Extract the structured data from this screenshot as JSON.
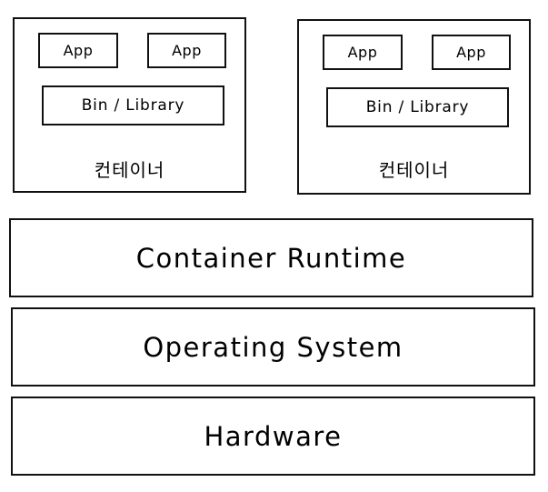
{
  "containers": [
    {
      "apps": [
        "App",
        "App"
      ],
      "bin_library": "Bin / Library",
      "label": "컨테이너"
    },
    {
      "apps": [
        "App",
        "App"
      ],
      "bin_library": "Bin / Library",
      "label": "컨테이너"
    }
  ],
  "layers": {
    "container_runtime": "Container  Runtime",
    "operating_system": "Operating  System",
    "hardware": "Hardware"
  }
}
